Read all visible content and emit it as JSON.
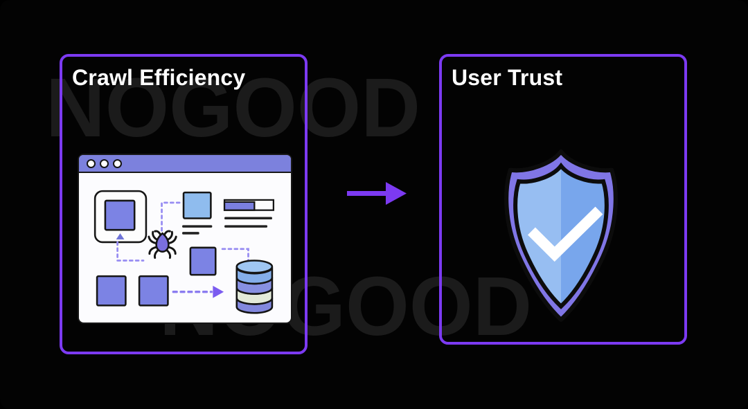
{
  "page": {
    "type": "before-after-diagram",
    "background": "#030303"
  },
  "watermark": {
    "text": "NOGOOD",
    "color": "#1b1b1b"
  },
  "cards": {
    "left": {
      "title": "Crawl Efficiency",
      "icon": "web-crawler-browser-illustration"
    },
    "right": {
      "title": "User Trust",
      "icon": "shield-check-icon"
    }
  },
  "arrow": {
    "icon": "arrow-right-icon",
    "color": "#7c3af2"
  },
  "colors": {
    "card_border": "#7c3af2",
    "title_text": "#ffffff",
    "browser_titlebar": "#7c81dd",
    "node_square_purple": "#7c83e4",
    "page_square_blue": "#8fbcee",
    "dashed_path_purple": "#978cf2",
    "spider_body": "#7a6fdf",
    "database_top": "#9fc6f2",
    "database_band_blue": "#84aeea",
    "database_band_periwinkle": "#8790e2",
    "database_band_cream": "#e3ead9",
    "shield_outer_purple": "#8076e6",
    "shield_inner_left_blue": "#97bef2",
    "shield_inner_right_blue": "#78a6ec",
    "checkmark": "#ffffff"
  }
}
